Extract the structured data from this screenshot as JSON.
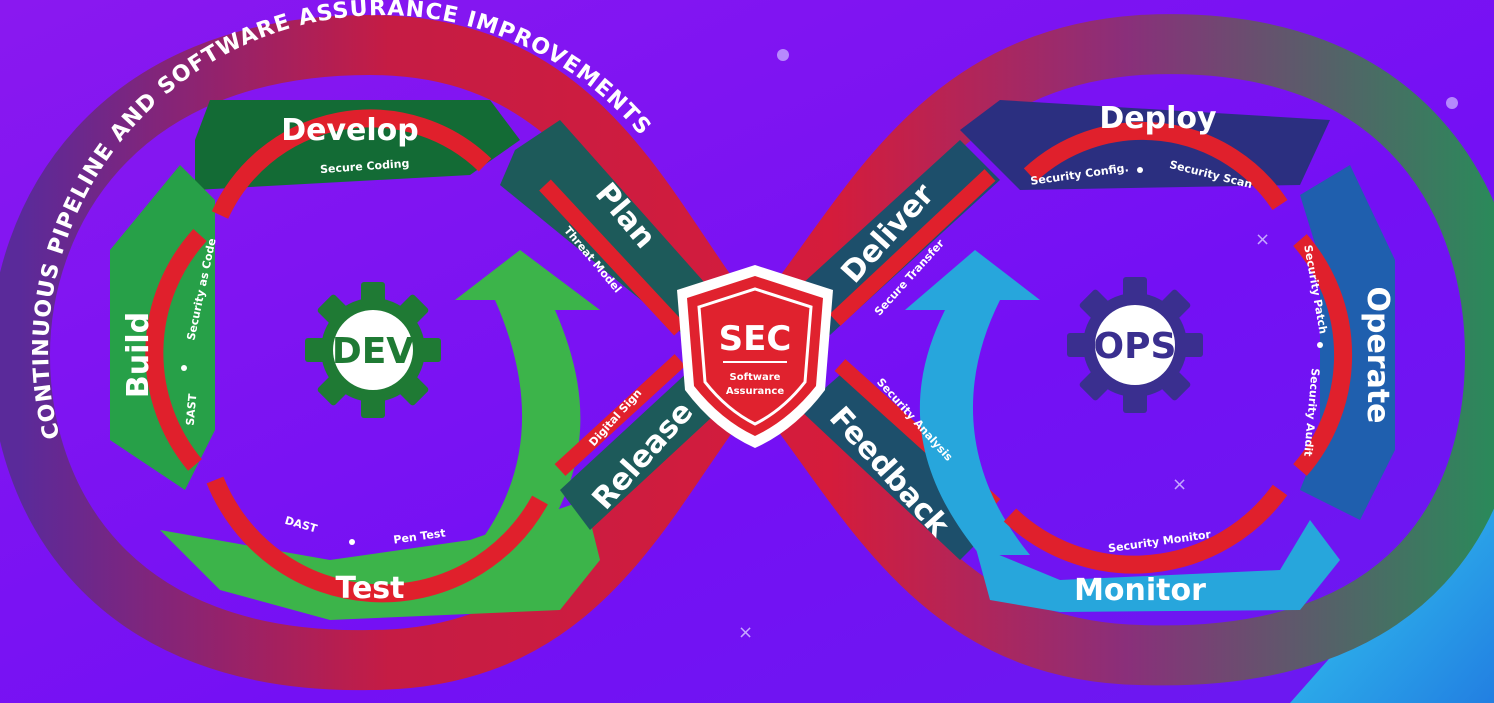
{
  "arc_title": "CONTINUOUS PIPELINE AND SOFTWARE ASSURANCE IMPROVEMENTS",
  "dev_gear": {
    "label": "DEV",
    "color": "#1f7a34"
  },
  "ops_gear": {
    "label": "OPS",
    "color": "#3a2f8f"
  },
  "sec_badge": {
    "label": "SEC",
    "sub1": "Software",
    "sub2": "Assurance",
    "color": "#e0222e"
  },
  "stages": {
    "develop": "Develop",
    "build": "Build",
    "test": "Test",
    "plan": "Plan",
    "release": "Release",
    "deliver": "Deliver",
    "feedback": "Feedback",
    "deploy": "Deploy",
    "operate": "Operate",
    "monitor": "Monitor"
  },
  "practices": {
    "secure_coding": "Secure Coding",
    "security_as_code": "Security as Code",
    "sast": "SAST",
    "dast": "DAST",
    "pen_test": "Pen Test",
    "threat_model": "Threat Model",
    "digital_sign": "Digital Sign",
    "secure_transfer": "Secure Transfer",
    "security_analysis": "Security Analysis",
    "security_config": "Security Config.",
    "security_scan": "Security Scan",
    "security_patch": "Security Patch",
    "security_audit": "Security Audit",
    "security_monitor": "Security Monitor"
  },
  "colors": {
    "background": "#7a12f2",
    "ribbon_red": "#d51c3b",
    "ribbon_green": "#2a8a5a",
    "dev_dark_green": "#136b35",
    "dev_green": "#27a048",
    "dev_light_green": "#3cb44a",
    "teal_dark": "#1d5a5a",
    "ops_navy": "#2b2f80",
    "ops_blue": "#1f5fae",
    "ops_sky": "#27a6dc",
    "practice_red": "#e0202c"
  }
}
